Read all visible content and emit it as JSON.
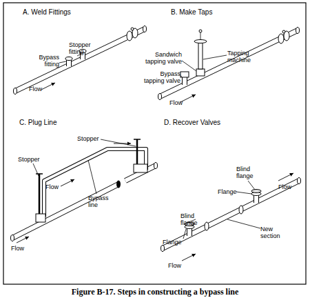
{
  "diagram": {
    "caption": "Figure B-17. Steps in constructing a bypass line",
    "labels": [
      "A. Weld Fittings",
      "Stopper fitting",
      "Bypass fitting",
      "Flow",
      "B. Make Taps",
      "Tapping machine",
      "Sandwich tapping valve",
      "Bypass tapping valve",
      "Flow",
      "C. Plug Line",
      "Stopper",
      "Stopper",
      "Flow",
      "Bypass line",
      "Flow",
      "D. Recover Valves",
      "Blind flange",
      "Flow",
      "Flange",
      "New section",
      "Blind flange",
      "Flange",
      "Flow"
    ]
  }
}
